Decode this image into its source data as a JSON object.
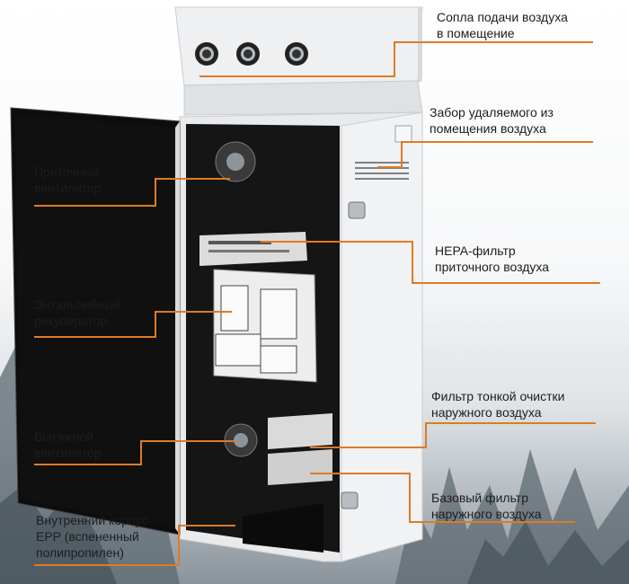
{
  "colors": {
    "accent": "#e07a24",
    "text": "#1d1d1d",
    "cabinet": "#e9eaec",
    "interior": "#1a1a1a"
  },
  "labels": {
    "supply_nozzles": [
      "Сопла подачи воздуха",
      "в помещение"
    ],
    "exhaust_intake": [
      "Забор удаляемого из",
      "помещения воздуха"
    ],
    "supply_fan": [
      "Приточный",
      "вентилятор"
    ],
    "hepa_filter": [
      "HEPA-фильтр",
      "приточного воздуха"
    ],
    "enthalpy_recuperator": [
      "Энтальпийный",
      "рекуператор"
    ],
    "fine_filter": [
      "Фильтр тонкой очистки",
      "наружного воздуха"
    ],
    "exhaust_fan": [
      "Вытяжной",
      "вентилятор"
    ],
    "base_filter": [
      "Базовый фильтр",
      "наружного воздуха"
    ],
    "inner_housing": [
      "Внутренний корпус",
      "EPP (вспененный",
      "полипропилен)"
    ]
  }
}
